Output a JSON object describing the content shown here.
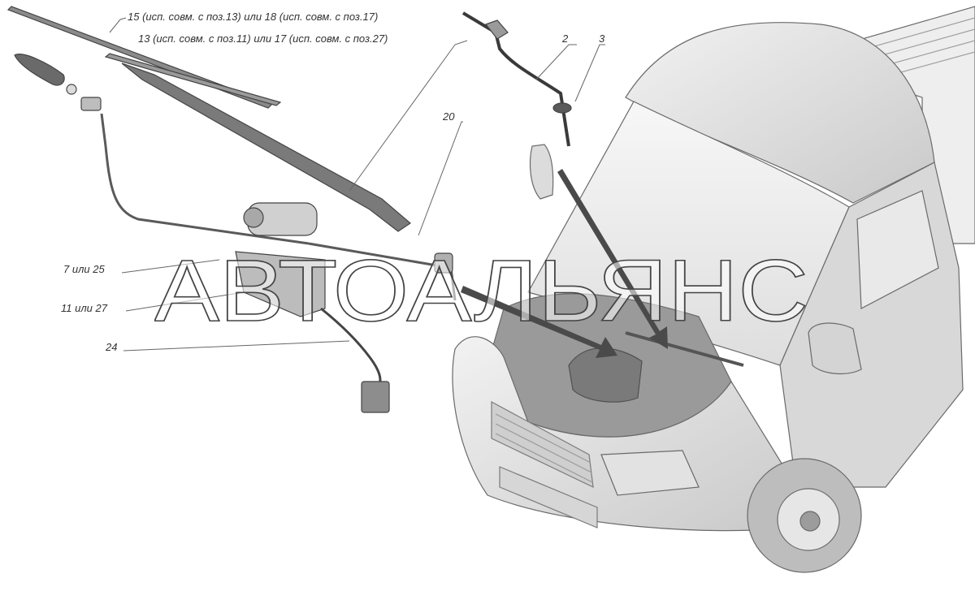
{
  "diagram": {
    "callouts": {
      "c15": "15 (исп. совм. с поз.13) или 18 (исп. совм. с поз.17)",
      "c13": "13 (исп. совм. с поз.11) или 17 (исп. совм. с поз.27)",
      "c2": "2",
      "c3": "3",
      "c20": "20",
      "c7": "7 или 25",
      "c11": "11 или 27",
      "c24": "24"
    },
    "watermark": "АВТОАЛЬЯНС",
    "colors": {
      "line": "#444444",
      "body_fill": "#e6e6e6",
      "body_shade": "#cfcfcf",
      "dark_part": "#5a5a5a",
      "arrow": "#4a4a4a"
    }
  }
}
